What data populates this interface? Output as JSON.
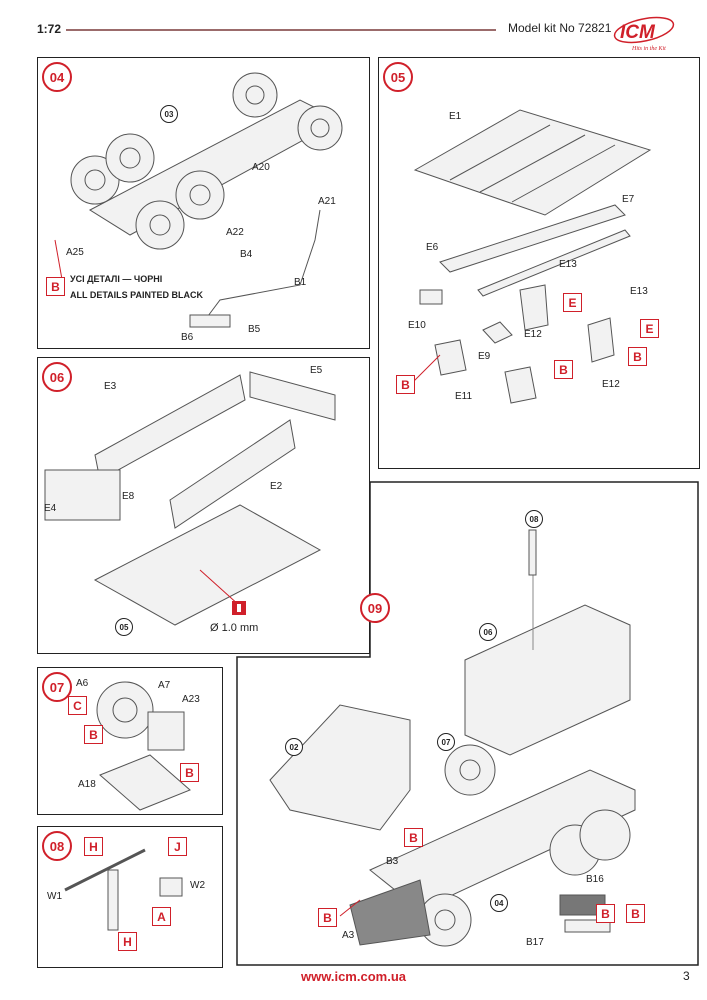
{
  "header": {
    "scale": "1:72",
    "kit": "Model kit No 72821",
    "logo": "ICM",
    "logo_tagline": "Hits in the Kit"
  },
  "colors": {
    "accent": "#d0202a",
    "line": "#9b6b6b"
  },
  "steps": {
    "s04": {
      "number": "04",
      "subs": [
        "03"
      ],
      "parts": [
        "A20",
        "A21",
        "A22",
        "A25",
        "B4",
        "B1",
        "B5",
        "B6"
      ],
      "colors": [
        "B"
      ],
      "note_ua": "УСІ ДЕТАЛІ — ЧОРНІ",
      "note_en": "ALL DETAILS PAINTED BLACK"
    },
    "s05": {
      "number": "05",
      "subs": [],
      "parts": [
        "E1",
        "E7",
        "E6",
        "E13",
        "E10",
        "E12",
        "E9",
        "E13",
        "E12",
        "E11"
      ],
      "colors": [
        "E",
        "E",
        "B",
        "B",
        "B"
      ]
    },
    "s06": {
      "number": "06",
      "subs": [
        "05"
      ],
      "parts": [
        "E3",
        "E5",
        "E8",
        "E2",
        "E4"
      ],
      "colors": [],
      "drill": "Ø 1.0 mm"
    },
    "s07": {
      "number": "07",
      "subs": [],
      "parts": [
        "A6",
        "A7",
        "A23",
        "A18"
      ],
      "colors": [
        "C",
        "B",
        "B"
      ]
    },
    "s08": {
      "number": "08",
      "subs": [],
      "parts": [
        "W2",
        "W1"
      ],
      "colors": [
        "H",
        "J",
        "A",
        "H"
      ]
    },
    "s09": {
      "number": "09",
      "subs": [
        "08",
        "06",
        "07",
        "02",
        "04"
      ],
      "parts": [
        "B3",
        "B16",
        "A3",
        "B17"
      ],
      "colors": [
        "B",
        "B",
        "B",
        "B"
      ]
    }
  },
  "footer": {
    "url": "www.icm.com.ua",
    "page": "3"
  }
}
